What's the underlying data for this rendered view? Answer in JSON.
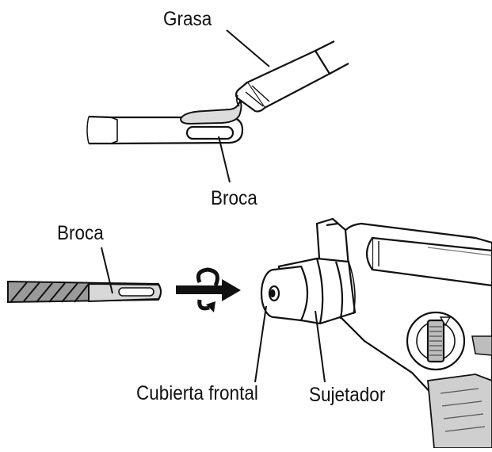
{
  "labels": {
    "grease": "Grasa",
    "bit_top": "Broca",
    "bit_bottom": "Broca",
    "front_cover": "Cubierta frontal",
    "holder": "Sujetador"
  },
  "colors": {
    "ink": "#111111",
    "paper": "#ffffff",
    "shade": "#8a8a8a",
    "light_shade": "#cfcfcf"
  },
  "icons": {
    "insert_motion": "rotate-and-push-arrow"
  }
}
